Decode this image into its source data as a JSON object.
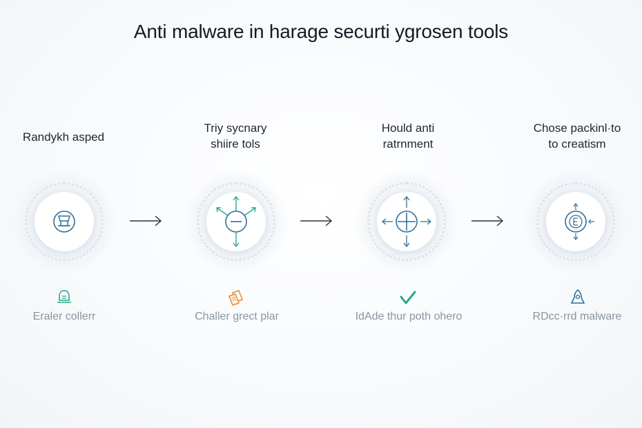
{
  "title": "Anti malware in harage securti ygrosen tools",
  "steps": [
    {
      "label_lines": [
        "Randykh asped"
      ],
      "node_icon": "shield-badge-icon",
      "small_icon": "bell-shield-icon",
      "caption": "Eraler collerr"
    },
    {
      "label_lines": [
        "Triy sycnary",
        "shiire tols"
      ],
      "node_icon": "minus-arrows-icon",
      "small_icon": "document-stack-icon",
      "caption": "Challer grect plar"
    },
    {
      "label_lines": [
        "Hould anti",
        "ratrnment"
      ],
      "node_icon": "crosshair-arrows-icon",
      "small_icon": "checkmark-icon",
      "caption": "IdAde thur poth ohero"
    },
    {
      "label_lines": [
        "Chose packinl·to",
        "to creatism"
      ],
      "node_icon": "coin-target-icon",
      "small_icon": "user-shield-icon",
      "caption": "RDcc·rrd malware"
    }
  ],
  "colors": {
    "accent_blue": "#2f6f99",
    "accent_teal": "#2aa58f",
    "accent_orange": "#e58a2e",
    "caption_gray": "#8a949f"
  }
}
